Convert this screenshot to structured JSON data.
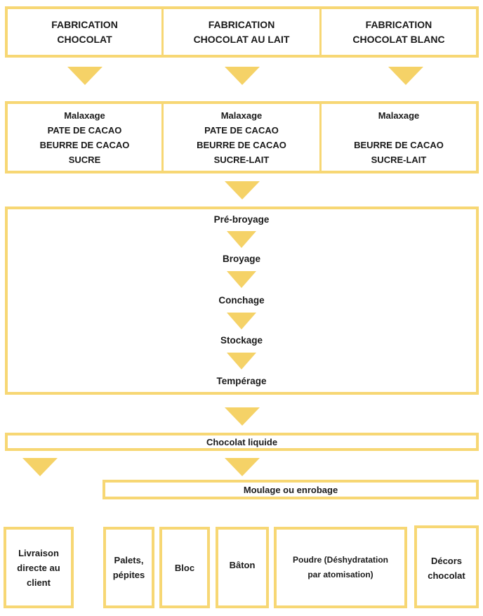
{
  "header": [
    [
      "FABRICATION",
      "CHOCOLAT"
    ],
    [
      "FABRICATION",
      "CHOCOLAT AU LAIT"
    ],
    [
      "FABRICATION",
      "CHOCOLAT BLANC"
    ]
  ],
  "mixing": [
    [
      "Malaxage",
      "PATE DE CACAO",
      "BEURRE DE CACAO",
      "SUCRE"
    ],
    [
      "Malaxage",
      "PATE DE CACAO",
      "BEURRE DE CACAO",
      "SUCRE-LAIT"
    ],
    [
      "Malaxage",
      "",
      "BEURRE DE CACAO",
      "SUCRE-LAIT"
    ]
  ],
  "process_steps": [
    "Pré-broyage",
    "Broyage",
    "Conchage",
    "Stockage",
    "Tempérage"
  ],
  "liquid": "Chocolat liquide",
  "molding": "Moulage ou enrobage",
  "outputs": [
    [
      "Livraison",
      "directe au",
      "client"
    ],
    [
      "Palets,",
      "pépites"
    ],
    [
      "Bloc"
    ],
    [
      "Bâton"
    ],
    [
      "Poudre (Déshydratation",
      "par atomisation)"
    ],
    [
      "Décors",
      "chocolat"
    ]
  ],
  "colors": {
    "border": "#f7d774",
    "arrow": "#f5d267",
    "text": "#1a1a1a"
  }
}
